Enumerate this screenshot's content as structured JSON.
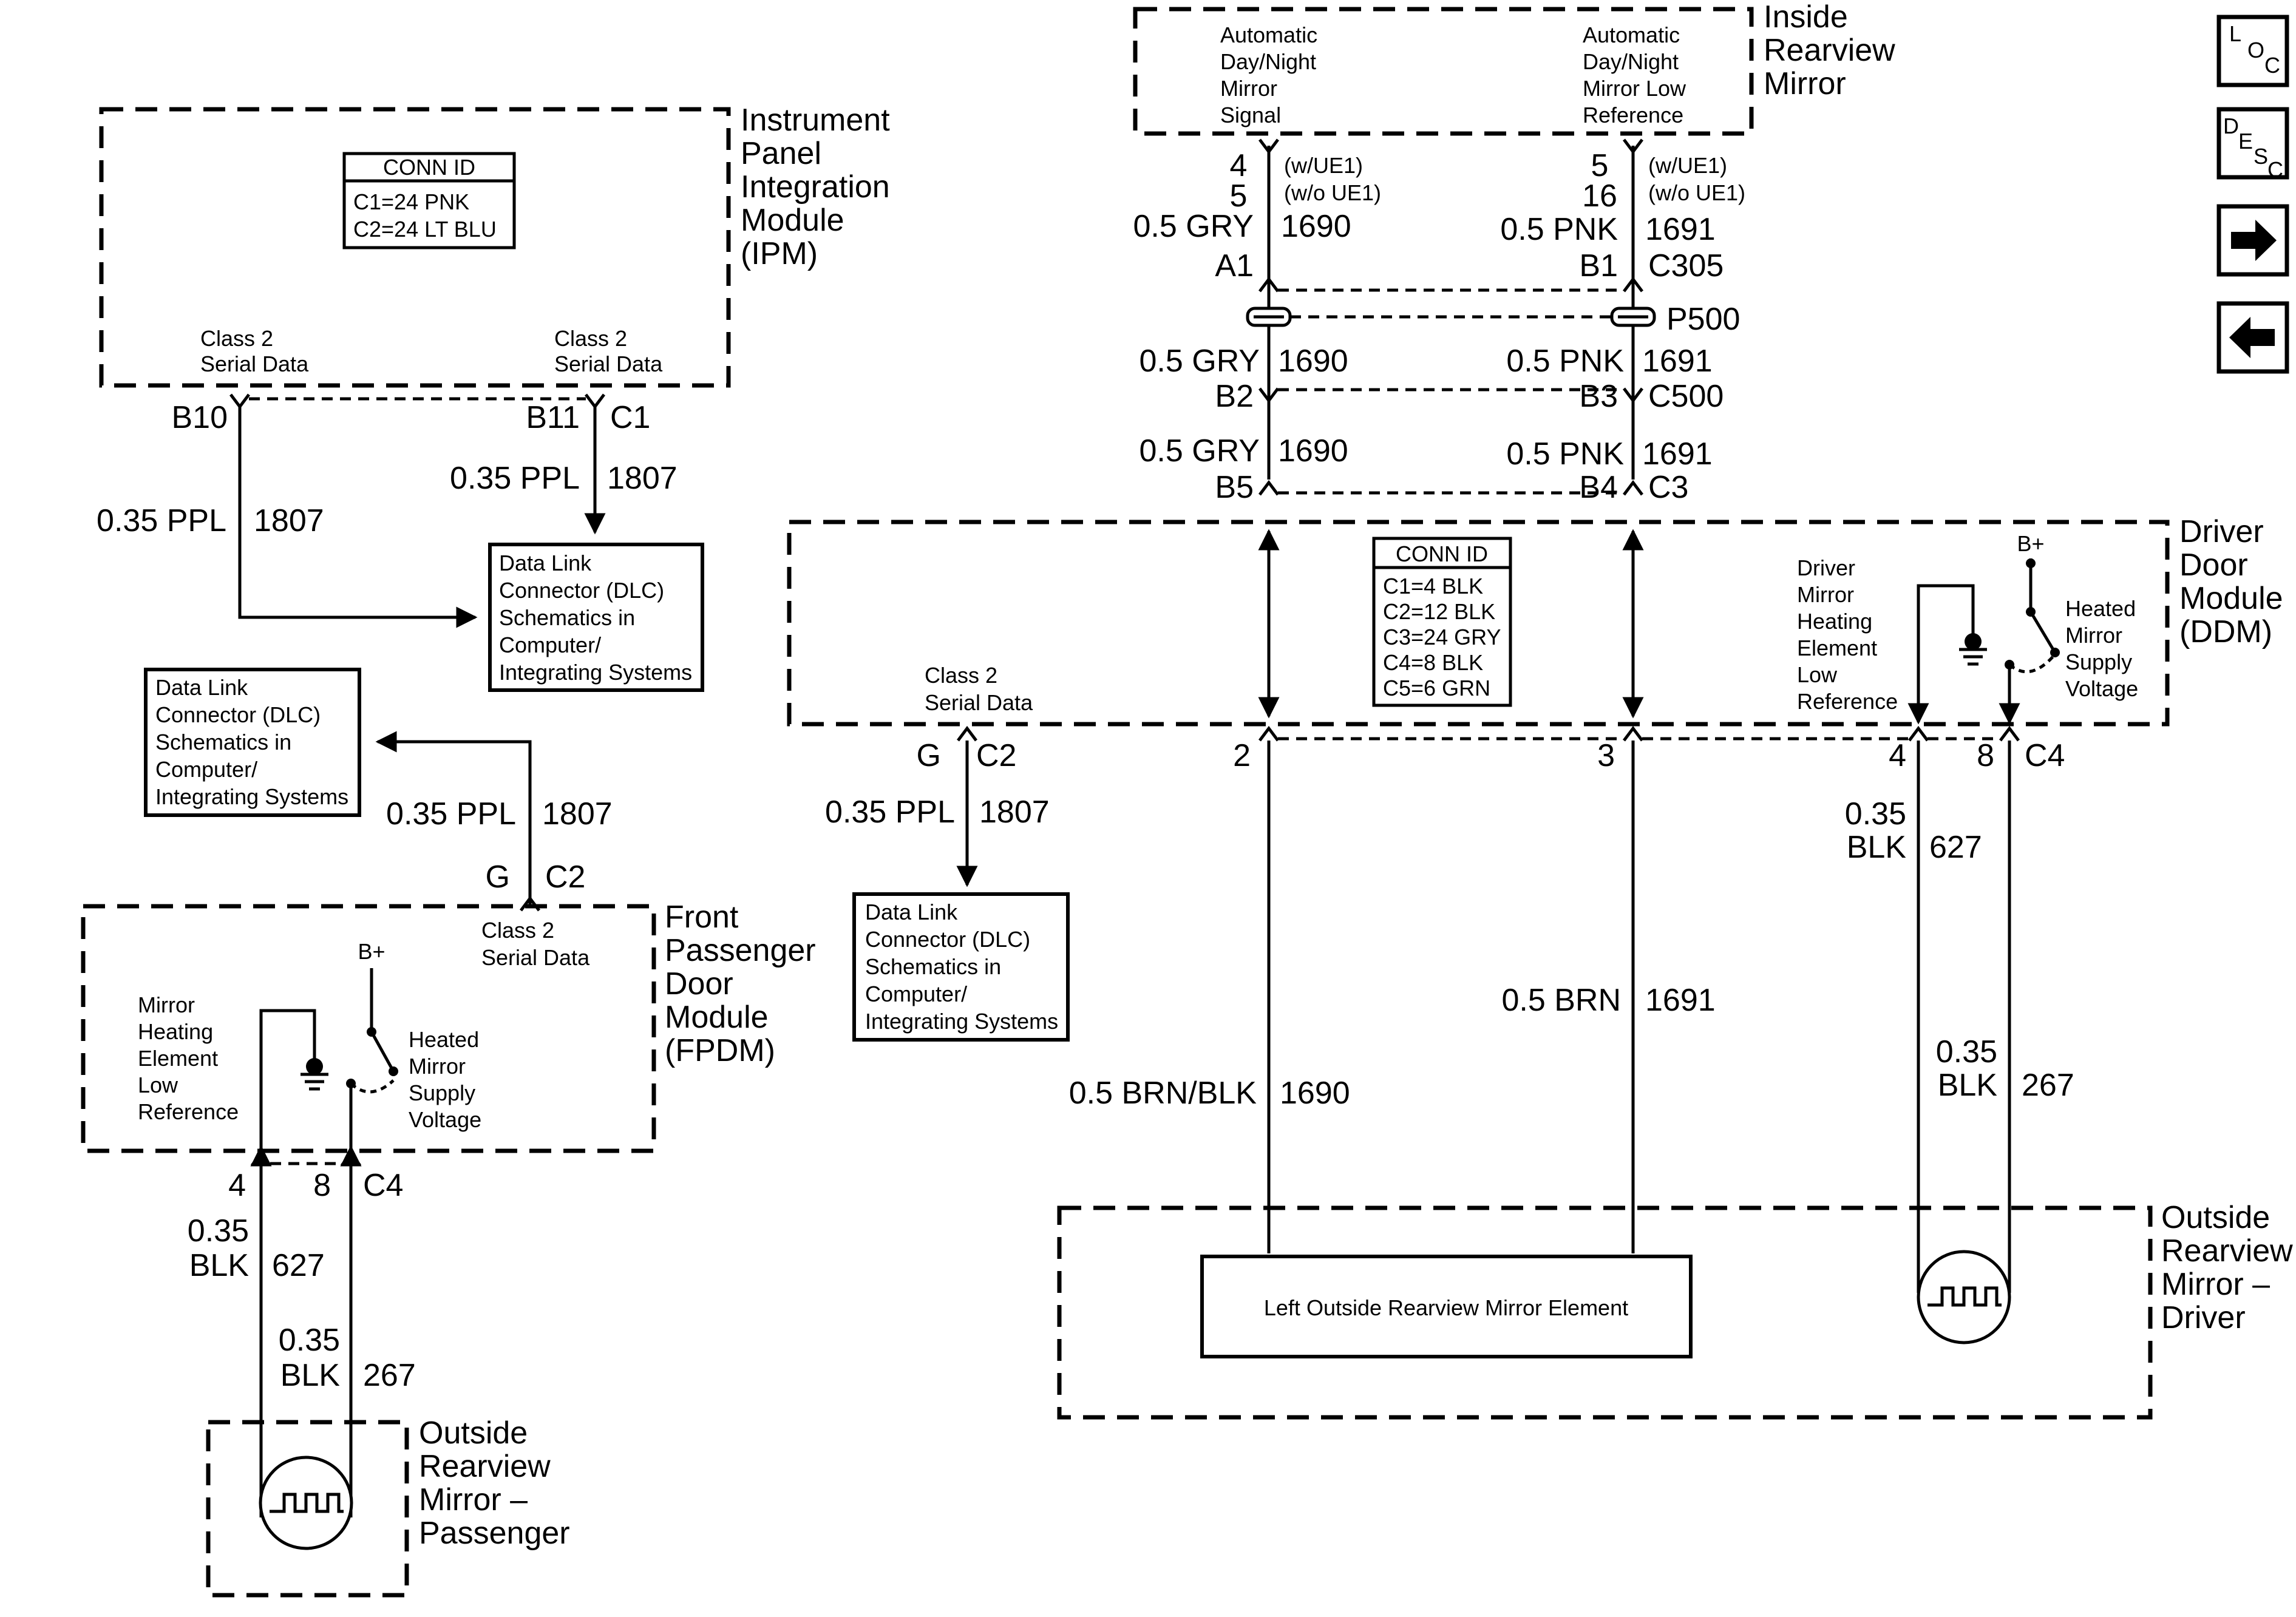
{
  "inside_mirror": {
    "title": [
      "Inside",
      "Rearview",
      "Mirror"
    ],
    "left_label": [
      "Automatic",
      "Day/Night",
      "Mirror",
      "Signal"
    ],
    "right_label": [
      "Automatic",
      "Day/Night",
      "Mirror Low",
      "Reference"
    ]
  },
  "ipm": {
    "title": [
      "Instrument",
      "Panel",
      "Integration",
      "Module",
      "(IPM)"
    ],
    "conn_id": {
      "header": "CONN ID",
      "lines": [
        "C1=24 PNK",
        "C2=24 LT BLU"
      ]
    },
    "pin_left_label": [
      "Class 2",
      "Serial Data"
    ],
    "pin_right_label": [
      "Class 2",
      "Serial Data"
    ]
  },
  "ddm": {
    "title": [
      "Driver",
      "Door",
      "Module",
      "(DDM)"
    ],
    "conn_id": {
      "header": "CONN ID",
      "lines": [
        "C1=4 BLK",
        "C2=12 BLK",
        "C3=24 GRY",
        "C4=8 BLK",
        "C5=6 GRN"
      ]
    },
    "serial_label": [
      "Class 2",
      "Serial Data"
    ],
    "heat_ref_label": [
      "Driver",
      "Mirror",
      "Heating",
      "Element",
      "Low",
      "Reference"
    ],
    "supply_label": [
      "Heated",
      "Mirror",
      "Supply",
      "Voltage"
    ],
    "bplus": "B+"
  },
  "fpdm": {
    "title": [
      "Front",
      "Passenger",
      "Door",
      "Module",
      "(FPDM)"
    ],
    "serial_label": [
      "Class 2",
      "Serial Data"
    ],
    "heat_ref_label": [
      "Mirror",
      "Heating",
      "Element",
      "Low",
      "Reference"
    ],
    "supply_label": [
      "Heated",
      "Mirror",
      "Supply",
      "Voltage"
    ],
    "bplus": "B+"
  },
  "dlc_box": {
    "lines": [
      "Data Link",
      "Connector (DLC)",
      "Schematics in",
      "Computer/",
      "Integrating Systems"
    ]
  },
  "outside_driver": {
    "title": [
      "Outside",
      "Rearview",
      "Mirror –",
      "Driver"
    ],
    "element_label": "Left Outside Rearview Mirror Element"
  },
  "outside_passenger": {
    "title": [
      "Outside",
      "Rearview",
      "Mirror –",
      "Passenger"
    ]
  },
  "wires": {
    "gry": "0.5 GRY",
    "pnk": "0.5 PNK",
    "ppl": "0.35 PPL",
    "brn": "0.5 BRN",
    "brn_blk": "0.5 BRN/BLK",
    "blk_size": "0.35",
    "blk": "BLK",
    "c1690": "1690",
    "c1691": "1691",
    "c1807": "1807",
    "c627": "627",
    "c267": "267"
  },
  "pins": {
    "im_signal": [
      "4",
      "5"
    ],
    "im_lowref": [
      "5",
      "16"
    ],
    "opt_w": "(w/UE1)",
    "opt_wo": "(w/o UE1)",
    "A1": "A1",
    "B1": "B1",
    "C305": "C305",
    "P500": "P500",
    "B2": "B2",
    "B3": "B3",
    "C500": "C500",
    "B5": "B5",
    "B4": "B4",
    "C3": "C3",
    "B10": "B10",
    "B11": "B11",
    "C1": "C1",
    "G": "G",
    "C2": "C2",
    "C4": "C4",
    "p2": "2",
    "p3": "3",
    "p4": "4",
    "p8": "8"
  },
  "nav": {
    "loc": [
      "L",
      "O",
      "C"
    ],
    "desc": [
      "D",
      "E",
      "S",
      "C"
    ],
    "forward": "→",
    "back": "←"
  }
}
